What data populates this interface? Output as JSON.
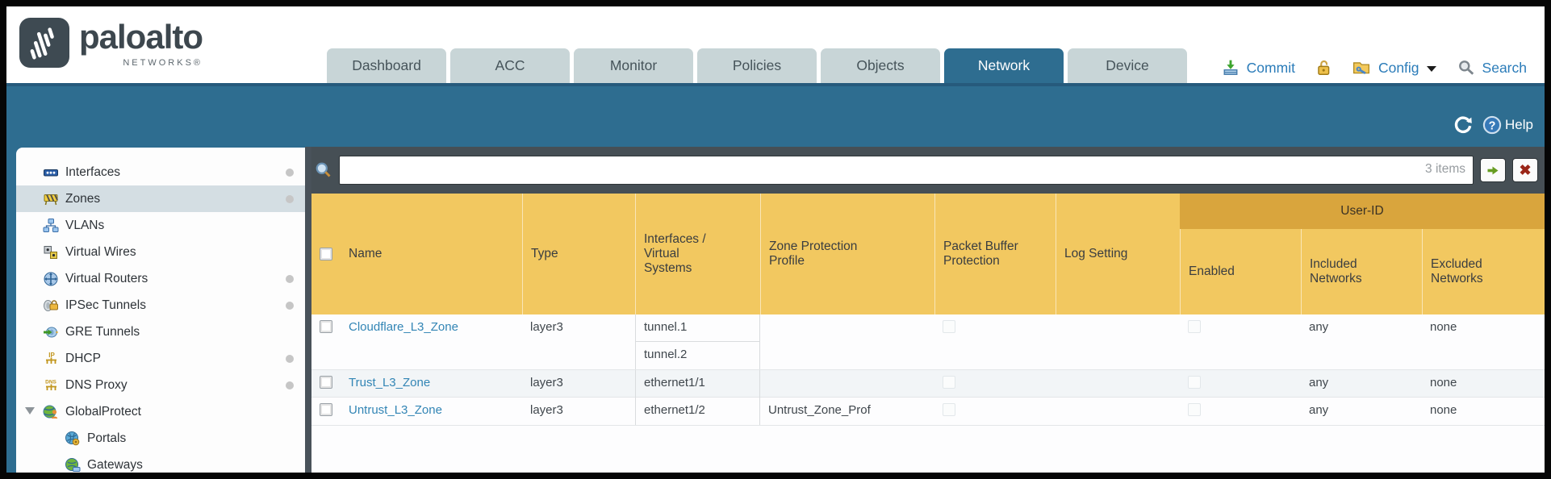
{
  "brand": {
    "name": "paloalto",
    "subtitle": "NETWORKS®"
  },
  "nav": {
    "tabs": [
      {
        "label": "Dashboard",
        "active": false
      },
      {
        "label": "ACC",
        "active": false
      },
      {
        "label": "Monitor",
        "active": false
      },
      {
        "label": "Policies",
        "active": false
      },
      {
        "label": "Objects",
        "active": false
      },
      {
        "label": "Network",
        "active": true
      },
      {
        "label": "Device",
        "active": false
      }
    ],
    "actions": {
      "commit": "Commit",
      "config": "Config",
      "search": "Search"
    }
  },
  "band": {
    "help_label": "Help"
  },
  "sidebar": {
    "items": [
      {
        "label": "Interfaces",
        "dot": true,
        "selected": false,
        "child": false
      },
      {
        "label": "Zones",
        "dot": true,
        "selected": true,
        "child": false
      },
      {
        "label": "VLANs",
        "dot": false,
        "selected": false,
        "child": false
      },
      {
        "label": "Virtual Wires",
        "dot": false,
        "selected": false,
        "child": false
      },
      {
        "label": "Virtual Routers",
        "dot": true,
        "selected": false,
        "child": false
      },
      {
        "label": "IPSec Tunnels",
        "dot": true,
        "selected": false,
        "child": false
      },
      {
        "label": "GRE Tunnels",
        "dot": false,
        "selected": false,
        "child": false
      },
      {
        "label": "DHCP",
        "dot": true,
        "selected": false,
        "child": false
      },
      {
        "label": "DNS Proxy",
        "dot": true,
        "selected": false,
        "child": false
      },
      {
        "label": "GlobalProtect",
        "dot": false,
        "selected": false,
        "child": false,
        "expanded": true
      },
      {
        "label": "Portals",
        "dot": false,
        "selected": false,
        "child": true
      },
      {
        "label": "Gateways",
        "dot": false,
        "selected": false,
        "child": true
      }
    ]
  },
  "filter": {
    "query": "",
    "count_label": "3 items"
  },
  "table": {
    "group_header": "User-ID",
    "columns": [
      "Name",
      "Type",
      "Interfaces / Virtual Systems",
      "Zone Protection Profile",
      "Packet Buffer Protection",
      "Log Setting",
      "Enabled",
      "Included Networks",
      "Excluded Networks"
    ],
    "rows": [
      {
        "selected": false,
        "name": "Cloudflare_L3_Zone",
        "type": "layer3",
        "interfaces": [
          "tunnel.1",
          "tunnel.2"
        ],
        "zone_protection_profile": "",
        "packet_buffer_protection": false,
        "log_setting": "",
        "user_id_enabled": false,
        "included_networks": "any",
        "excluded_networks": "none"
      },
      {
        "selected": false,
        "name": "Trust_L3_Zone",
        "type": "layer3",
        "interfaces": [
          "ethernet1/1"
        ],
        "zone_protection_profile": "",
        "packet_buffer_protection": false,
        "log_setting": "",
        "user_id_enabled": false,
        "included_networks": "any",
        "excluded_networks": "none"
      },
      {
        "selected": false,
        "name": "Untrust_L3_Zone",
        "type": "layer3",
        "interfaces": [
          "ethernet1/2"
        ],
        "zone_protection_profile": "Untrust_Zone_Prof",
        "packet_buffer_protection": false,
        "log_setting": "",
        "user_id_enabled": false,
        "included_networks": "any",
        "excluded_networks": "none"
      }
    ]
  },
  "colors": {
    "accent_teal": "#2e6d90",
    "header_gold": "#f2c860",
    "user_id_band": "#d9a53d",
    "toolbar_gray": "#464f55",
    "link_blue": "#3285b5",
    "tab_gray": "#c8d5d7",
    "selected_item_bg": "#d4dee3"
  }
}
